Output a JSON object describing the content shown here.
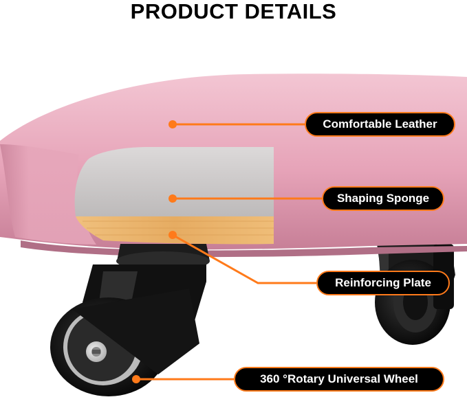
{
  "title": "PRODUCT DETAILS",
  "labels": {
    "leather": "Comfortable Leather",
    "sponge": "Shaping Sponge",
    "plate": "Reinforcing Plate",
    "wheel": "360 °Rotary Universal Wheel"
  },
  "colors": {
    "accent": "#ff7a1a",
    "label_bg": "#000000",
    "label_text": "#ffffff",
    "leather_pink": "#e8a9bd",
    "sponge_gray": "#c9c6c6",
    "plate_wood": "#e8b069"
  }
}
